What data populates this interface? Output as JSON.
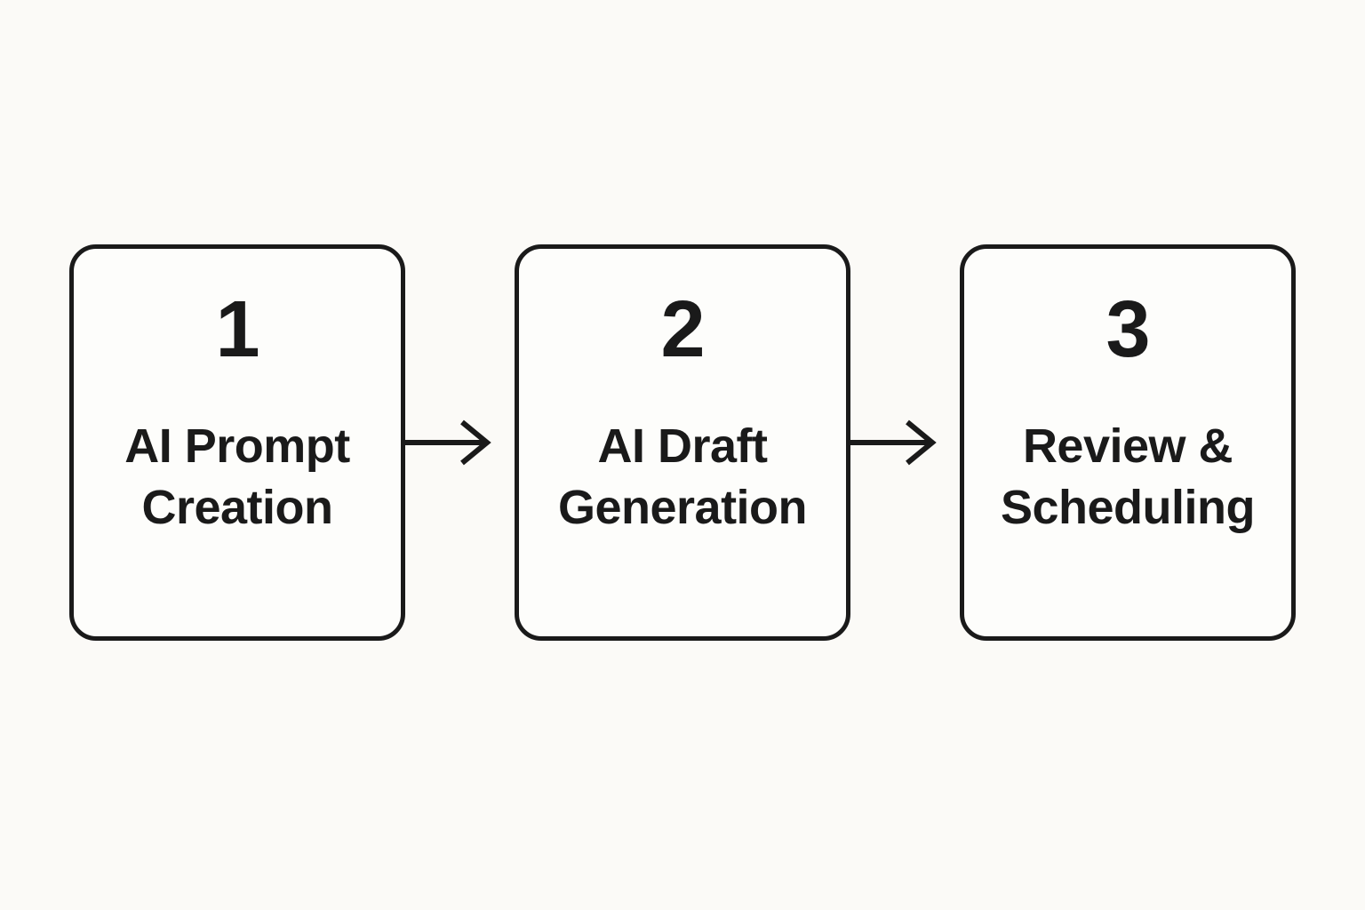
{
  "page": {
    "background_color": "#FBFAF7",
    "card_fill_color": "#FDFDFB",
    "ink_color": "#1A1A1A"
  },
  "diagram": {
    "type": "horizontal-flow",
    "steps": [
      {
        "number": "1",
        "label": "AI Prompt Creation",
        "lines": [
          "AI Prompt",
          "Creation"
        ]
      },
      {
        "number": "2",
        "label": "AI Draft Generation",
        "lines": [
          "AI Draft",
          "Generation"
        ]
      },
      {
        "number": "3",
        "label": "Review & Scheduling",
        "lines": [
          "Review &",
          "Scheduling"
        ]
      }
    ],
    "connectors": [
      {
        "icon": "arrow-right"
      },
      {
        "icon": "arrow-right"
      }
    ]
  }
}
